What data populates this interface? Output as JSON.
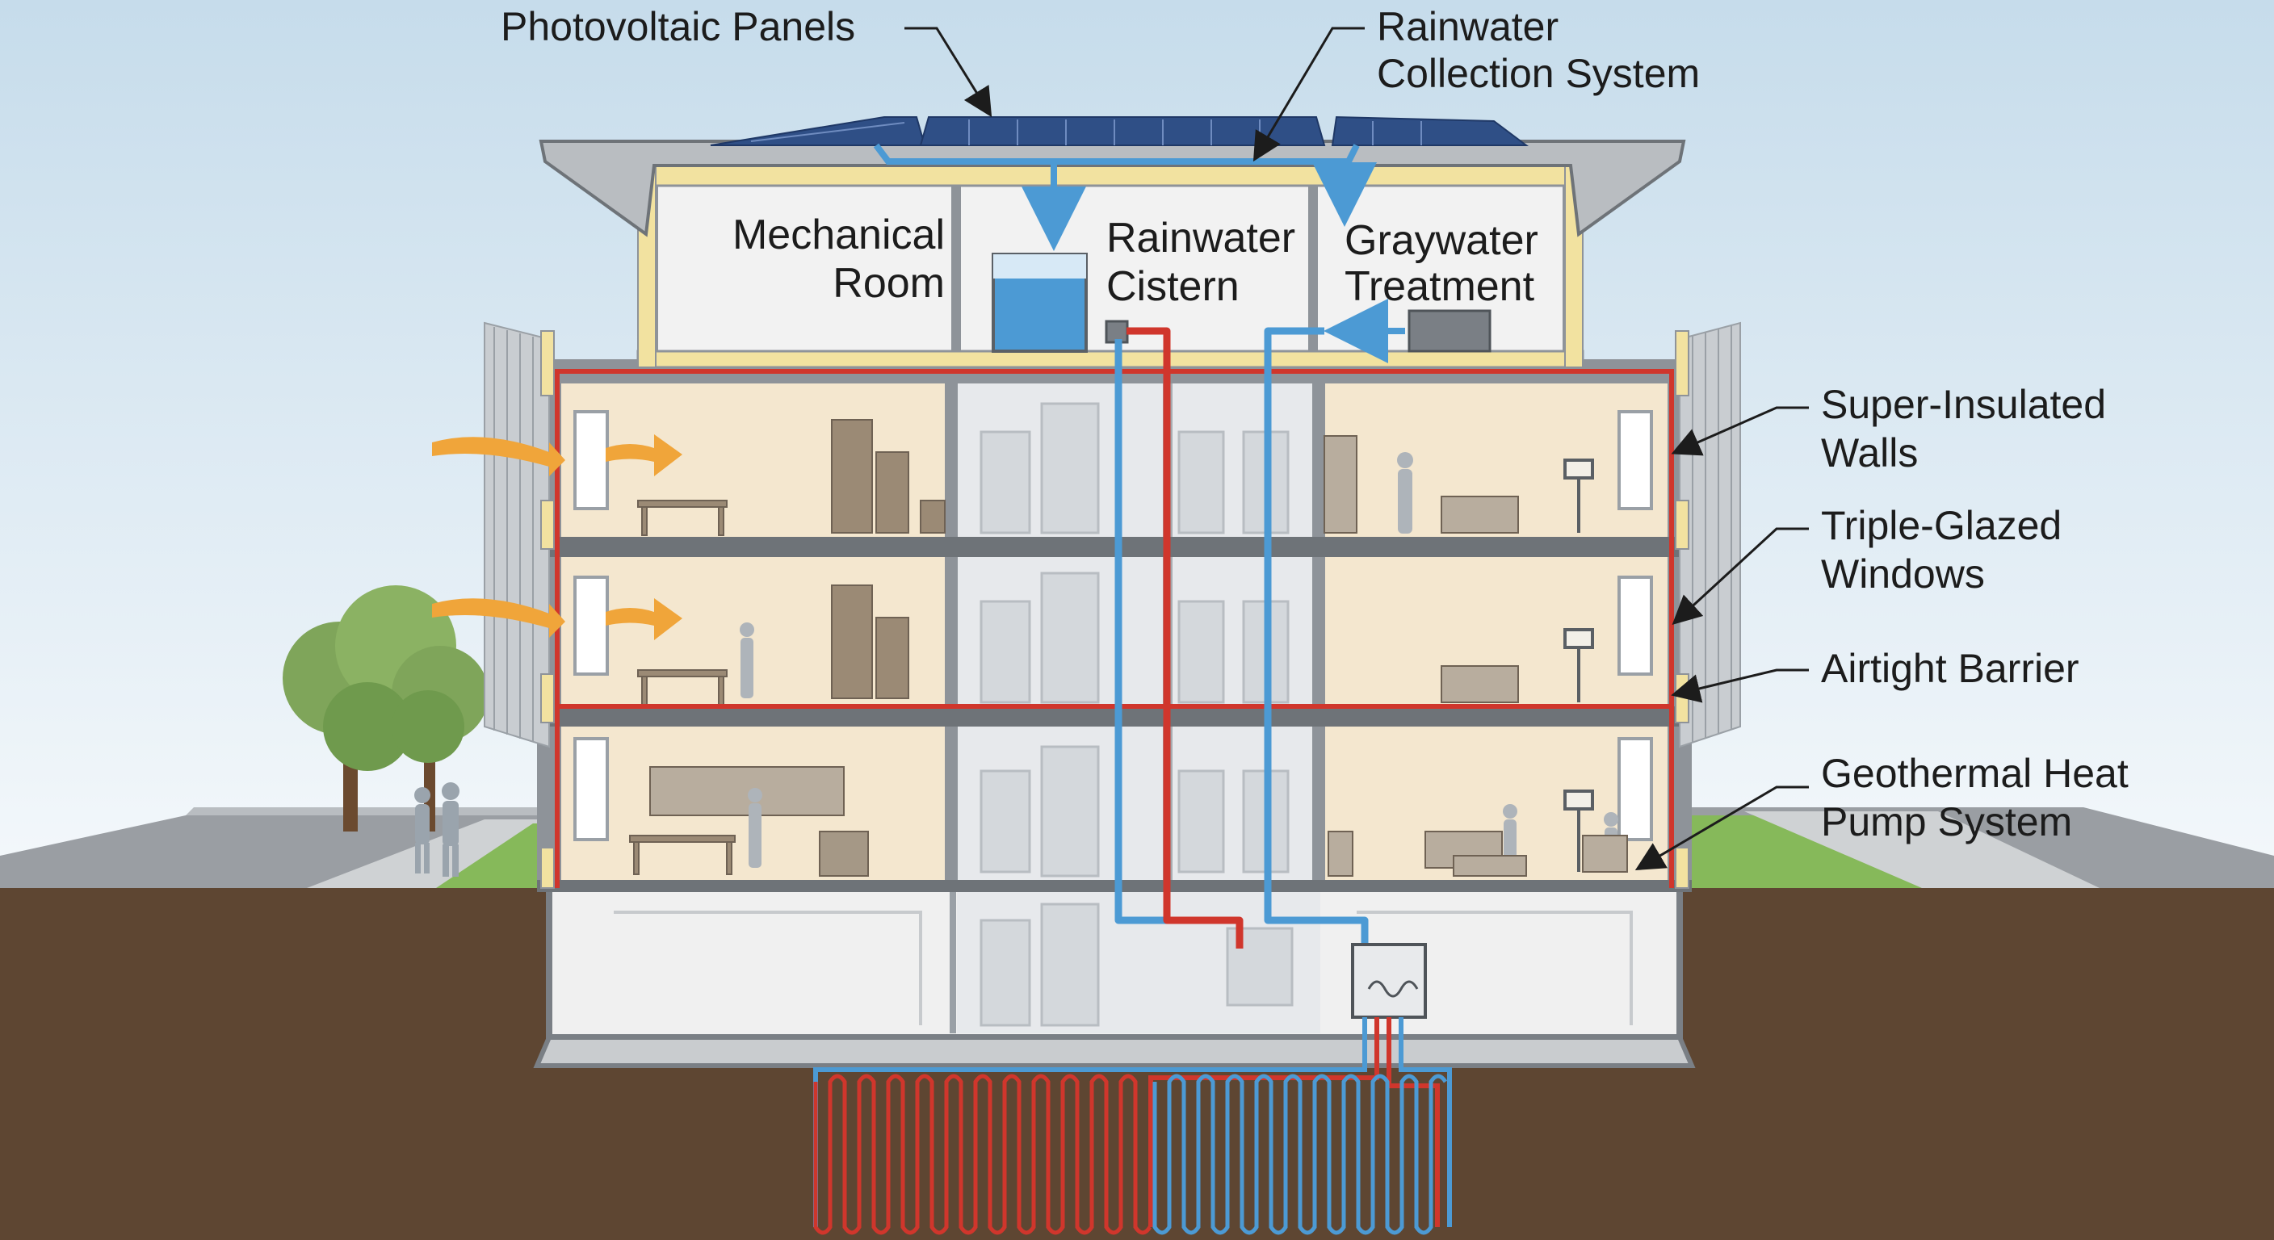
{
  "callouts": {
    "photovoltaic": "Photovoltaic Panels",
    "rainwater_collection_line1": "Rainwater",
    "rainwater_collection_line2": "Collection System",
    "super_insulated_line1": "Super-Insulated",
    "super_insulated_line2": "Walls",
    "triple_glazed_line1": "Triple-Glazed",
    "triple_glazed_line2": "Windows",
    "airtight": "Airtight Barrier",
    "geothermal_line1": "Geothermal Heat",
    "geothermal_line2": "Pump System"
  },
  "rooms": {
    "mechanical_line1": "Mechanical",
    "mechanical_line2": "Room",
    "cistern_line1": "Rainwater",
    "cistern_line2": "Cistern",
    "graywater_line1": "Graywater",
    "graywater_line2": "Treatment"
  },
  "colors": {
    "sky_top": "#c6dceb",
    "sky_bottom": "#f4f8fb",
    "soil": "#5e4632",
    "interior": "#f4e7cf",
    "hot_pipe": "#d0362c",
    "cold_pipe": "#4c9ad4",
    "solar_panel": "#2f4f86",
    "airflow_arrow": "#f0a53a",
    "tree": "#7fa55a",
    "grass": "#86b95a"
  }
}
